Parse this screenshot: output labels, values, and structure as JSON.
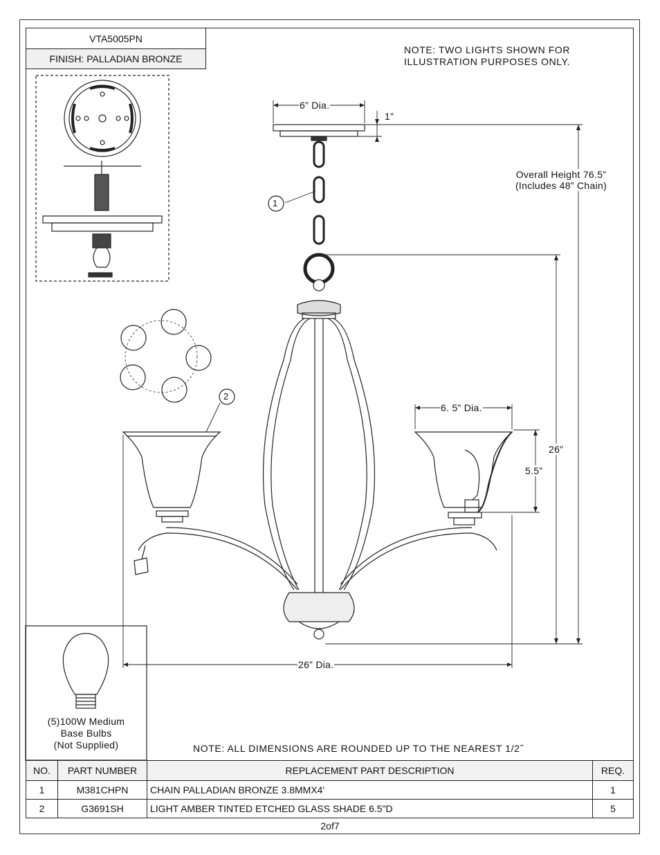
{
  "model": "VTA5005PN",
  "finish": "FINISH: PALLADIAN BRONZE",
  "note_top_line1": "NOTE:  TWO LIGHTS SHOWN FOR",
  "note_top_line2": "ILLUSTRATION PURPOSES ONLY.",
  "dimensions": {
    "canopy_dia": "6” Dia.",
    "canopy_height": "1”",
    "overall_line1": "Overall Height 76.5”",
    "overall_line2": "(Includes 48” Chain)",
    "fixture_height": "26”",
    "shade_dia": "6. 5” Dia.",
    "shade_height": "5.5”",
    "fixture_dia": "26” Dia."
  },
  "callouts": {
    "chain": "1",
    "shade": "2"
  },
  "bulb": {
    "line1": "(5)100W Medium",
    "line2": "Base Bulbs",
    "line3": "(Not Supplied)"
  },
  "note_bottom": "NOTE:  ALL DIMENSIONS ARE ROUNDED UP TO THE NEAREST  1/2˝",
  "parts_table": {
    "headers": {
      "no": "NO.",
      "part": "PART NUMBER",
      "desc": "REPLACEMENT PART DESCRIPTION",
      "req": "REQ."
    },
    "rows": [
      {
        "no": "1",
        "part": "M381CHPN",
        "desc": "CHAIN PALLADIAN BRONZE 3.8MMX4'",
        "req": "1"
      },
      {
        "no": "2",
        "part": "G3691SH",
        "desc": "LIGHT AMBER TINTED ETCHED GLASS SHADE 6.5\"D",
        "req": "5"
      }
    ]
  },
  "page": "2of7"
}
